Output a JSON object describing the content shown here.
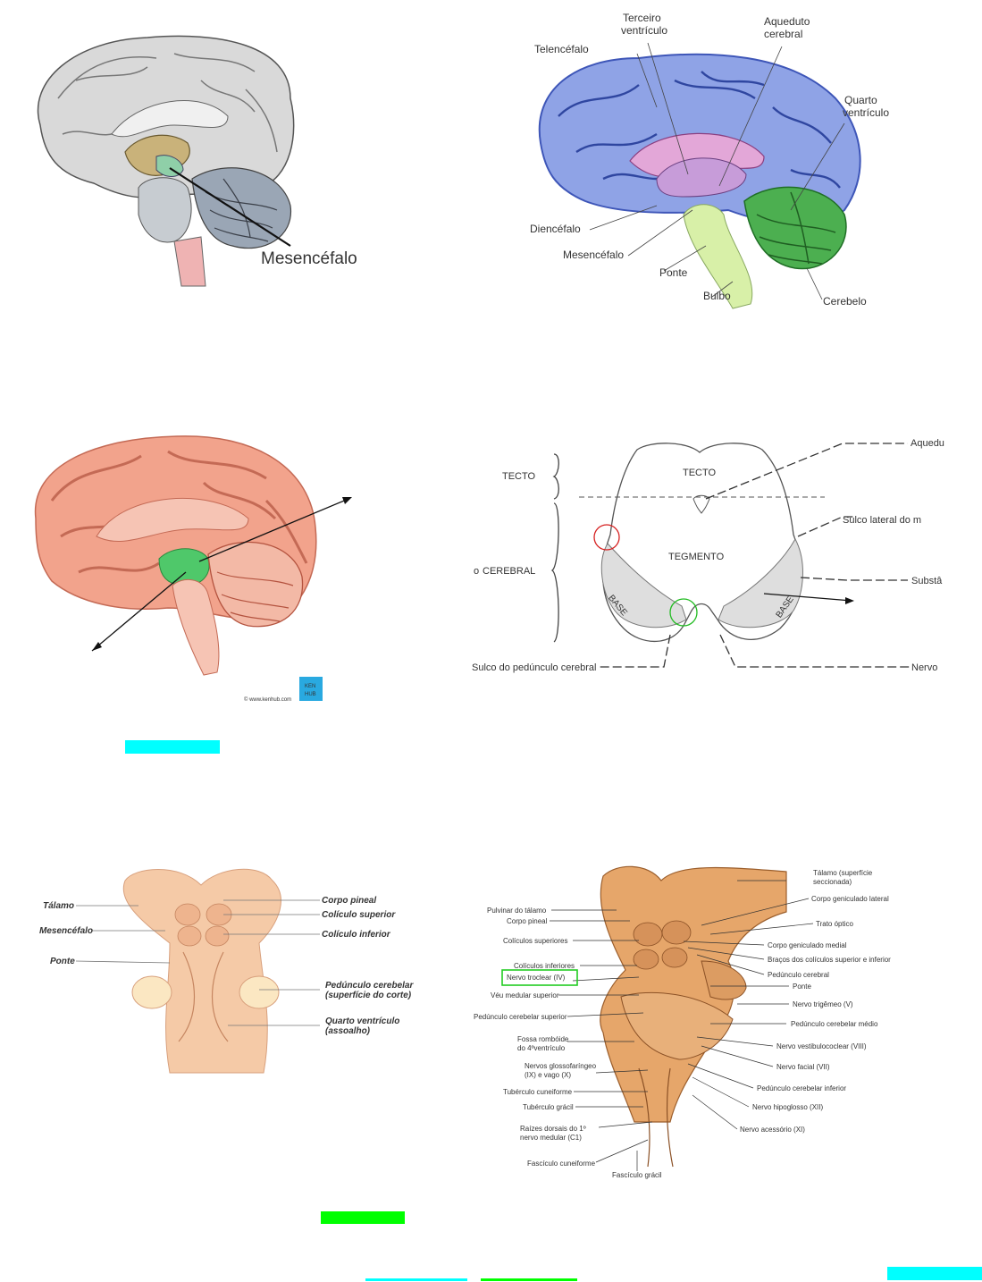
{
  "panel1": {
    "label": "Mesencéfalo"
  },
  "panel2": {
    "labels": {
      "terceiro": [
        "Terceiro",
        "ventrículo"
      ],
      "aqueduto": [
        "Aqueduto",
        "cerebral"
      ],
      "telencefalo": "Telencéfalo",
      "quarto": [
        "Quarto",
        "ventrículo"
      ],
      "diencefalo": "Diencéfalo",
      "mesencefalo": "Mesencéfalo",
      "ponte": "Ponte",
      "bulbo": "Bulbo",
      "cerebelo": "Cerebelo"
    },
    "colors": {
      "cortex": "#8fa3e6",
      "diencephalon": "#e3a7d8",
      "brainstem": "#d8f0a8",
      "cerebellum": "#4caf50"
    }
  },
  "panel3": {
    "credit": "© www.kenhub.com",
    "badge": [
      "KEN",
      "HUB"
    ],
    "colors": {
      "brain": "#f2a38c",
      "midbrain": "#4fc86a",
      "badge": "#29a9e0"
    }
  },
  "panel4": {
    "tecto_left": "TECTO",
    "cerebral_left": "CEREBRAL",
    "cerebral_prefix": "o",
    "tecto": "TECTO",
    "tegmento": "TEGMENTO",
    "base": "BASE",
    "aqueduto": "Aquedu",
    "sulco": "Sulco lateral do m",
    "subst": "Substâ",
    "pedunculo": "Sulco do pedúnculo cerebral",
    "nervo": "Nervo",
    "circle_colors": {
      "red": "#d62020",
      "green": "#22bb22"
    }
  },
  "panel5": {
    "left": [
      "Tálamo",
      "Mesencéfalo",
      "Ponte"
    ],
    "right": [
      [
        "Corpo pineal"
      ],
      [
        "Colículo superior"
      ],
      [
        "Colículo inferior"
      ],
      [
        "Pedúnculo cerebelar",
        "(superfície do corte)"
      ],
      [
        "Quarto ventrículo",
        "(assoalho)"
      ]
    ]
  },
  "panel6": {
    "left": [
      [
        "Pulvinar do tálamo"
      ],
      [
        "Corpo pineal"
      ],
      [
        "Colículos superiores"
      ],
      [
        "Colículos inferiores"
      ],
      [
        "Nervo troclear (IV)"
      ],
      [
        "Véu medular superior"
      ],
      [
        "Pedúnculo cerebelar superior"
      ],
      [
        "Fossa rombóide",
        "do 4ºventrículo"
      ],
      [
        "Nervos glossofaríngeo",
        "(IX) e vago (X)"
      ],
      [
        "Tubérculo cuneiforme"
      ],
      [
        "Tubérculo grácil"
      ],
      [
        "Raízes dorsais do 1º",
        "nervo medular (C1)"
      ],
      [
        "Fascículo cuneiforme"
      ]
    ],
    "bottom": "Fascículo grácil",
    "right": [
      [
        "Tálamo (superfície",
        "seccionada)"
      ],
      [
        "Corpo geniculado lateral"
      ],
      [
        "Trato óptico"
      ],
      [
        "Corpo geniculado medial"
      ],
      [
        "Braços dos colículos superior e inferior"
      ],
      [
        "Pedúnculo cerebral"
      ],
      [
        "Ponte"
      ],
      [
        "Nervo trigêmeo (V)"
      ],
      [
        "Pedúnculo cerebelar médio"
      ],
      [
        "Nervo vestibulococlear (VIII)"
      ],
      [
        "Nervo facial (VII)"
      ],
      [
        "Pedúnculo cerebelar inferior"
      ],
      [
        "Nervo hipoglosso (XII)"
      ],
      [
        "Nervo acessório (XI)"
      ]
    ]
  },
  "highlights": {
    "cyan": "#00ffff",
    "green": "#00ff00"
  }
}
